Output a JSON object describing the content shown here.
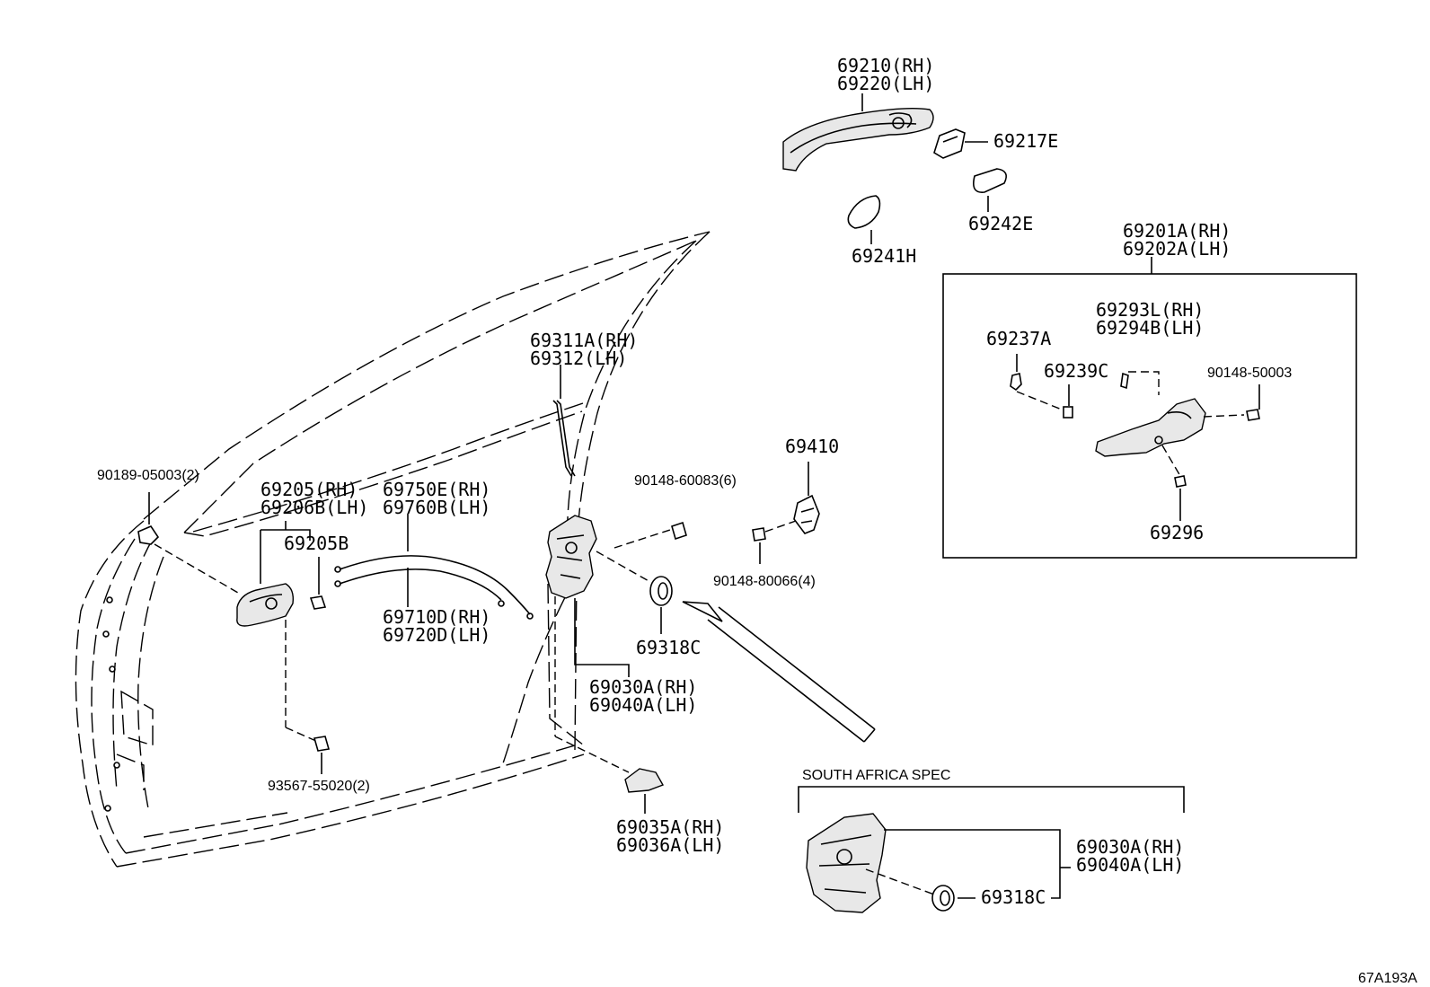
{
  "diagram": {
    "ref_code": "67A193A",
    "labels": {
      "outer_handle": [
        "69210(RH)",
        "69220(LH)"
      ],
      "handle_cap": "69217E",
      "pad_front": "69241H",
      "pad_rear": "69242E",
      "frame_assy": [
        "69201A(RH)",
        "69202A(LH)"
      ],
      "frame_sub": [
        "69293L(RH)",
        "69294B(LH)"
      ],
      "frame_clip": "69237A",
      "frame_cushion": "69239C",
      "frame_bolt": "90148-50003",
      "frame_screw": "69296",
      "rod": [
        "69311A(RH)",
        "69312(LH)"
      ],
      "clip_front": "90189-05003(2)",
      "inner_handle": [
        "69205(RH)",
        "69206B(LH)"
      ],
      "inner_handle_sub": "69205B",
      "cable_upper": [
        "69750E(RH)",
        "69760B(LH)"
      ],
      "cable_lower": [
        "69710D(RH)",
        "69720D(LH)"
      ],
      "lock_screw": "90148-60083(6)",
      "striker": "69410",
      "striker_screw": "90148-80066(4)",
      "lock_cover": "69318C",
      "lock_assy": [
        "69030A(RH)",
        "69040A(LH)"
      ],
      "inner_screw": "93567-55020(2)",
      "lock_protector": [
        "69035A(RH)",
        "69036A(LH)"
      ]
    },
    "south_africa": {
      "title": "SOUTH AFRICA SPEC",
      "lock_assy": [
        "69030A(RH)",
        "69040A(LH)"
      ],
      "lock_cover": "69318C"
    }
  }
}
